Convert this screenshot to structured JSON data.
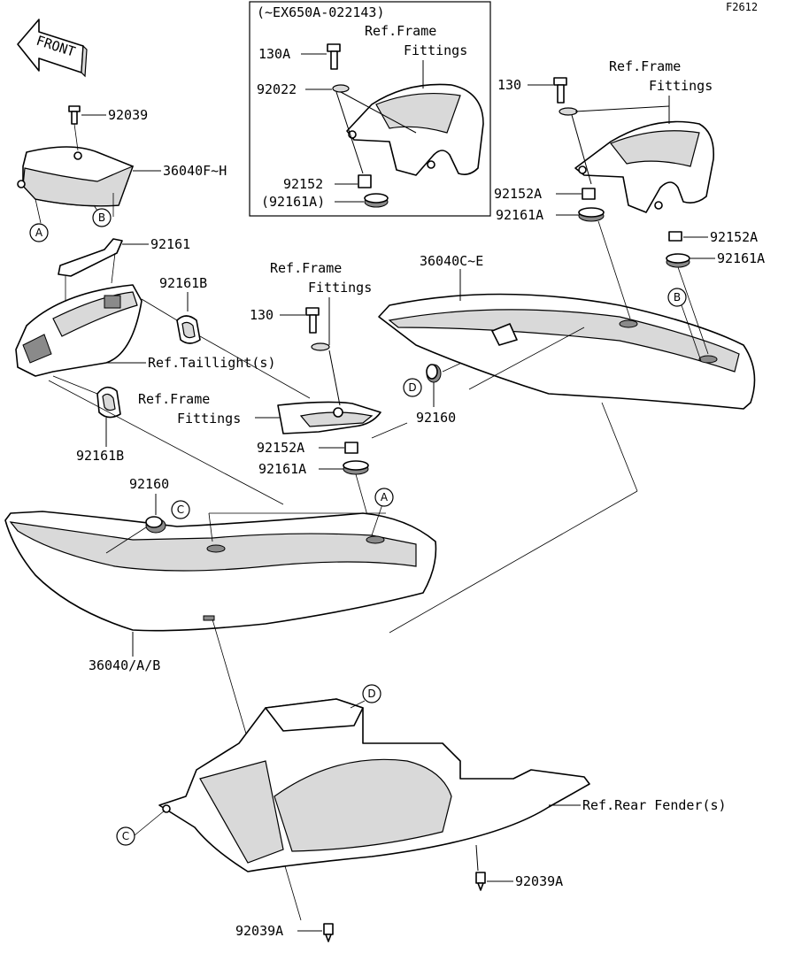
{
  "figure_code": "F2612",
  "front_label": "FRONT",
  "inset_title": "(~EX650A-022143)",
  "part_labels": {
    "p92039": "92039",
    "p36040FH": "36040F~H",
    "p92161": "92161",
    "p92161B_top": "92161B",
    "ref_taillight": "Ref.Taillight(s)",
    "p92161B_bottom": "92161B",
    "ref_frame_left_1": "Ref.Frame",
    "ref_frame_left_2": "Fittings",
    "p92160_left": "92160",
    "p36040AB": "36040/A/B",
    "p130A": "130A",
    "p92022": "92022",
    "ref_frame_inset_1": "Ref.Frame",
    "ref_frame_inset_2": "Fittings",
    "p92152_inset": "92152",
    "p92161A_inset": "(92161A)",
    "ref_frame_mid_1": "Ref.Frame",
    "ref_frame_mid_2": "Fittings",
    "p130_mid": "130",
    "p92152A_mid": "92152A",
    "p92161A_mid": "92161A",
    "p92160_mid": "92160",
    "p36040CE": "36040C~E",
    "p130_right": "130",
    "ref_frame_right_1": "Ref.Frame",
    "ref_frame_right_2": "Fittings",
    "p92152A_right1": "92152A",
    "p92161A_right1": "92161A",
    "p92152A_right2": "92152A",
    "p92161A_right2": "92161A",
    "ref_rear_fender": "Ref.Rear Fender(s)",
    "p92039A_right": "92039A",
    "p92039A_left": "92039A"
  },
  "callouts": {
    "a1": "A",
    "b1": "B",
    "b2": "B",
    "a2": "A",
    "c1": "C",
    "c2": "C",
    "d1": "D",
    "d2": "D"
  }
}
